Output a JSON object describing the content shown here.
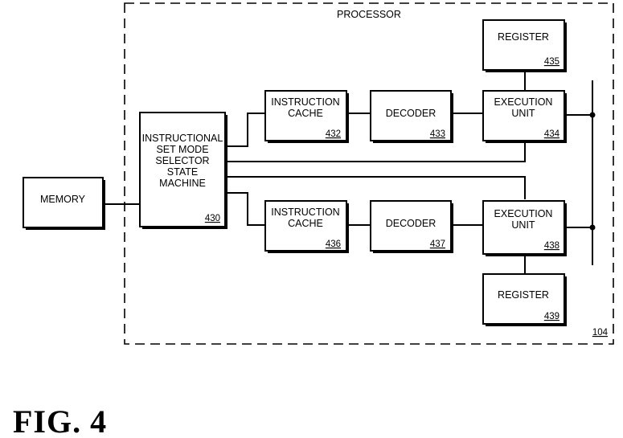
{
  "processor": {
    "label": "PROCESSOR",
    "ref": "104"
  },
  "memory": {
    "label": "MEMORY"
  },
  "selector": {
    "lines": [
      "INSTRUCTIONAL",
      "SET MODE",
      "SELECTOR",
      "STATE",
      "MACHINE"
    ],
    "ref": "430"
  },
  "cache_top": {
    "lines": [
      "INSTRUCTION",
      "CACHE"
    ],
    "ref": "432"
  },
  "decoder_top": {
    "label": "DECODER",
    "ref": "433"
  },
  "exec_top": {
    "lines": [
      "EXECUTION",
      "UNIT"
    ],
    "ref": "434"
  },
  "register_top": {
    "label": "REGISTER",
    "ref": "435"
  },
  "cache_bottom": {
    "lines": [
      "INSTRUCTION",
      "CACHE"
    ],
    "ref": "436"
  },
  "decoder_bottom": {
    "label": "DECODER",
    "ref": "437"
  },
  "exec_bottom": {
    "lines": [
      "EXECUTION",
      "UNIT"
    ],
    "ref": "438"
  },
  "register_bottom": {
    "label": "REGISTER",
    "ref": "439"
  },
  "caption": "FIG. 4"
}
